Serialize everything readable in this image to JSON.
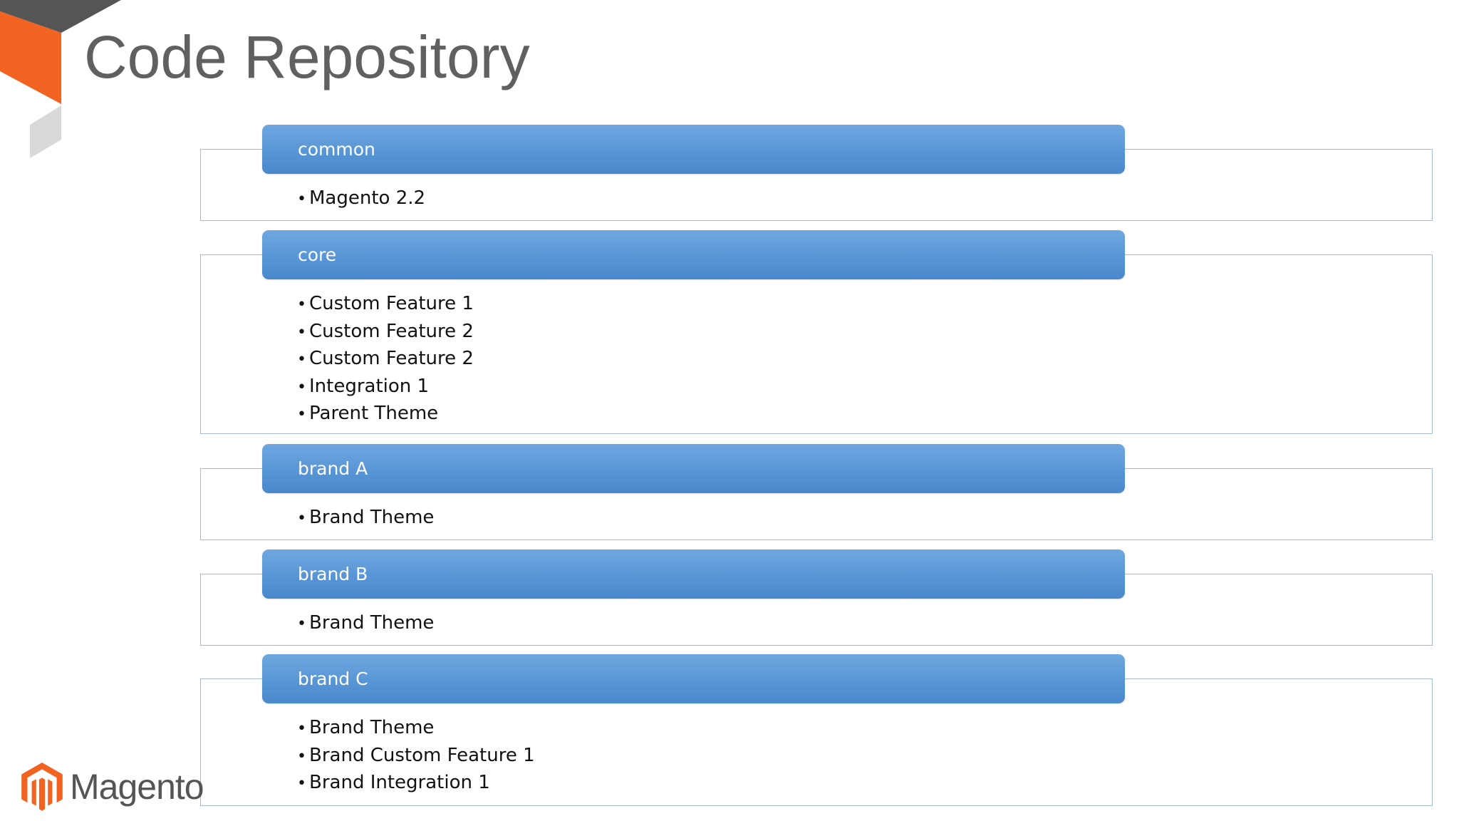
{
  "title": "Code Repository",
  "groups": [
    {
      "label": "common",
      "items": [
        "Magento 2.2"
      ]
    },
    {
      "label": "core",
      "items": [
        "Custom Feature 1",
        "Custom Feature 2",
        "Custom Feature 2",
        "Integration 1",
        "Parent Theme"
      ]
    },
    {
      "label": "brand A",
      "items": [
        "Brand Theme"
      ]
    },
    {
      "label": "brand B",
      "items": [
        "Brand Theme"
      ]
    },
    {
      "label": "brand C",
      "items": [
        "Brand Theme",
        "Brand Custom Feature 1",
        "Brand Integration 1"
      ]
    }
  ],
  "logo": {
    "text": "Magento"
  },
  "colors": {
    "accent": "#f26322",
    "header_blue": "#5a97d6",
    "border_blue": "#a3bcd6",
    "title_gray": "#606060"
  },
  "icons": {
    "corner": "corner-decoration",
    "logo": "magento-logo-icon"
  }
}
